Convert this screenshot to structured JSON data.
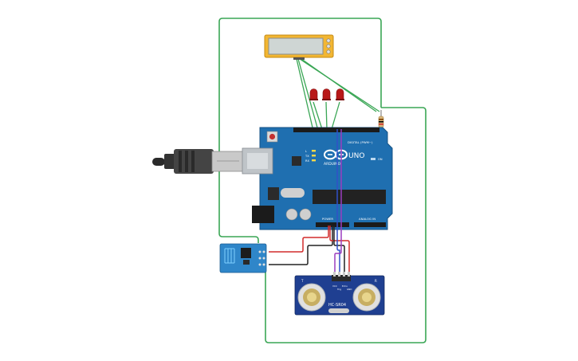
{
  "canvas": {
    "background": "#ffffff"
  },
  "arduino": {
    "brand": "ARDUINO",
    "model": "UNO",
    "digital_header": "DIGITAL (PWM~)",
    "analog_header": "ANALOG IN",
    "power_header": "POWER",
    "led_labels": [
      "L",
      "TX",
      "RX"
    ],
    "on_label": "ON",
    "board_color": "#1f6fb0"
  },
  "ultrasonic": {
    "model": "HC-SR04",
    "pins": [
      "VCC",
      "Trig",
      "Echo",
      "GND"
    ],
    "side_marks": [
      "T",
      "R"
    ]
  },
  "colors": {
    "wire_green": "#3aa655",
    "wire_red": "#d22b2b",
    "wire_black": "#222222",
    "wire_blue": "#3050c8",
    "wire_purple": "#9b3dbf",
    "lcd_frame": "#f2b632",
    "led_red": "#b81818",
    "esp_blue": "#2f86c9"
  },
  "icons": [
    "usb-cable-icon",
    "led-icon",
    "resistor-icon",
    "lcd-display-icon",
    "esp8266-wifi-module-icon",
    "ultrasonic-sensor-icon",
    "arduino-board-icon"
  ]
}
